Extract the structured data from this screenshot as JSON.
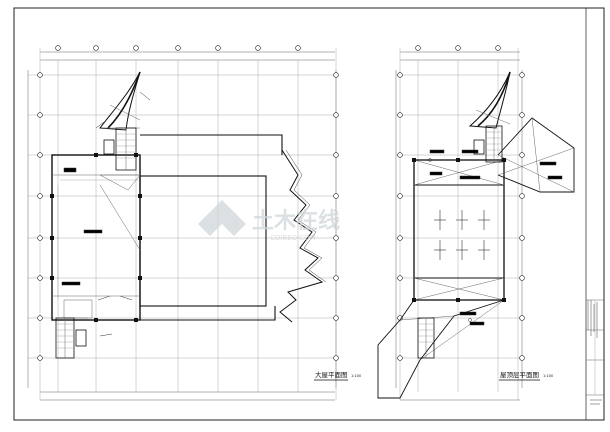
{
  "drawing": {
    "sheet_title": "",
    "plan_left_title": "大屋平面图",
    "plan_left_scale": "1:100",
    "plan_right_title": "屋顶层平面图",
    "plan_right_scale": "1:100",
    "watermark_text": "土木在线",
    "watermark_url": "COIBEO.COM",
    "title_block_label": "",
    "line_color": "#222222",
    "grid_color": "#999999",
    "watermark_color": "#d0d6da"
  }
}
